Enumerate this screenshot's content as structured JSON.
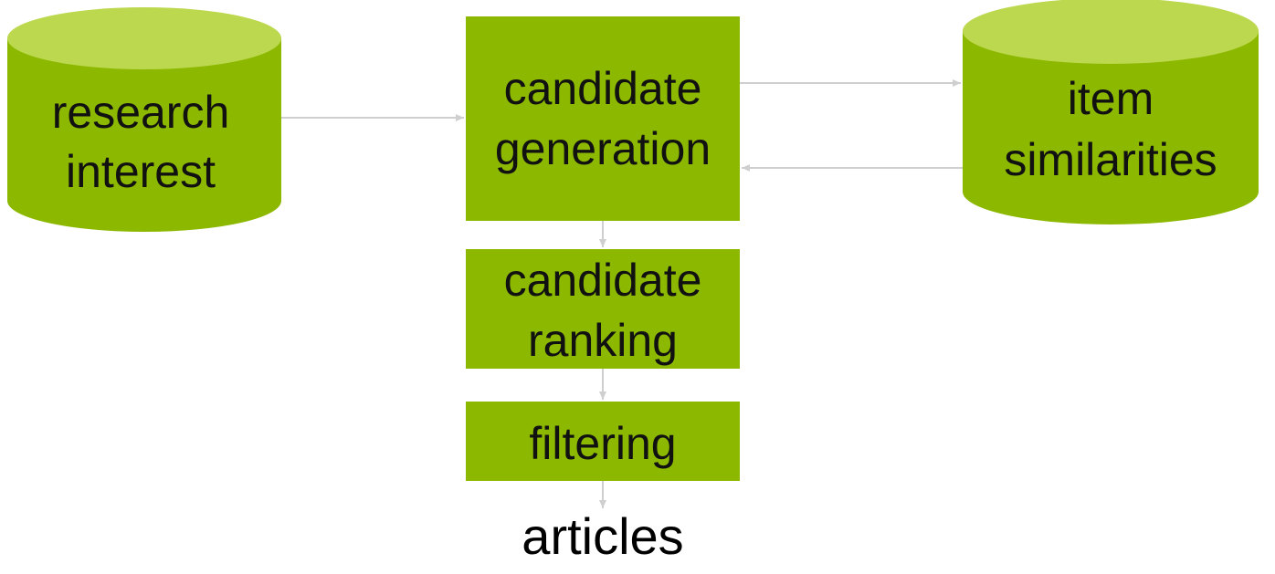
{
  "colors": {
    "box_fill": "#8cb800",
    "cylinder_top": "#bcd84e",
    "edge": "#cfcfcf"
  },
  "nodes": {
    "research_interest": {
      "line1": "research",
      "line2": "interest"
    },
    "candidate_generation": {
      "line1": "candidate",
      "line2": "generation"
    },
    "item_similarities": {
      "line1": "item",
      "line2": "similarities"
    },
    "candidate_ranking": {
      "line1": "candidate",
      "line2": "ranking"
    },
    "filtering": {
      "line1": "filtering"
    },
    "articles": {
      "label": "articles"
    }
  }
}
